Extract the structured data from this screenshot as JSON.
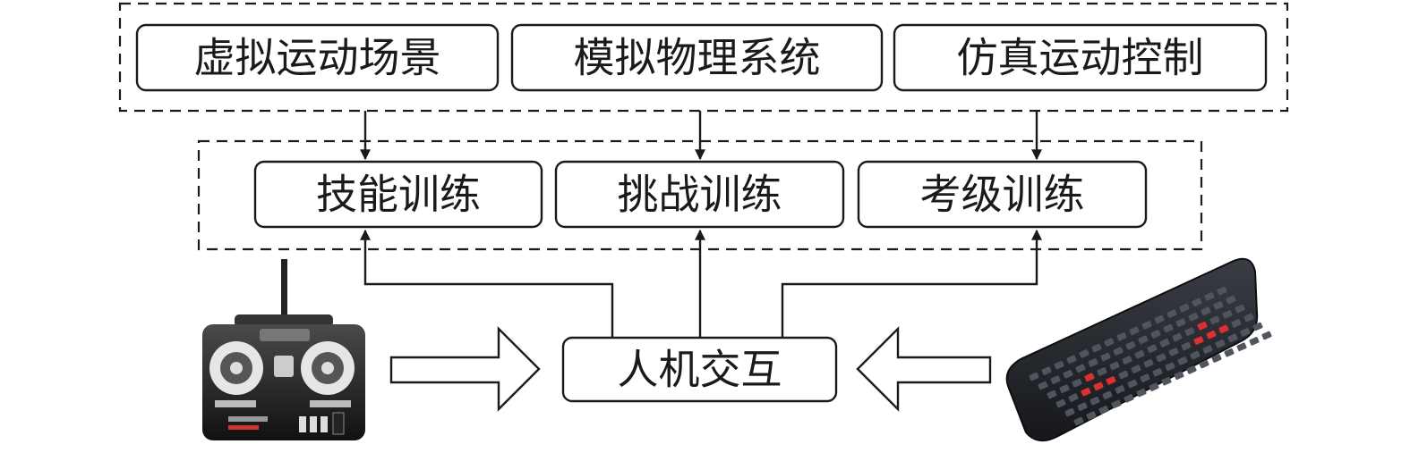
{
  "top_group": {
    "items": [
      {
        "label": "虚拟运动场景"
      },
      {
        "label": "模拟物理系统"
      },
      {
        "label": "仿真运动控制"
      }
    ]
  },
  "middle_group": {
    "items": [
      {
        "label": "技能训练"
      },
      {
        "label": "挑战训练"
      },
      {
        "label": "考级训练"
      }
    ]
  },
  "hci": {
    "label": "人机交互"
  },
  "devices": {
    "left": {
      "icon": "rc-transmitter-icon"
    },
    "right": {
      "icon": "keyboard-icon"
    }
  },
  "colors": {
    "line": "#1a1a1a",
    "keyboard_accent": "#d93030"
  }
}
